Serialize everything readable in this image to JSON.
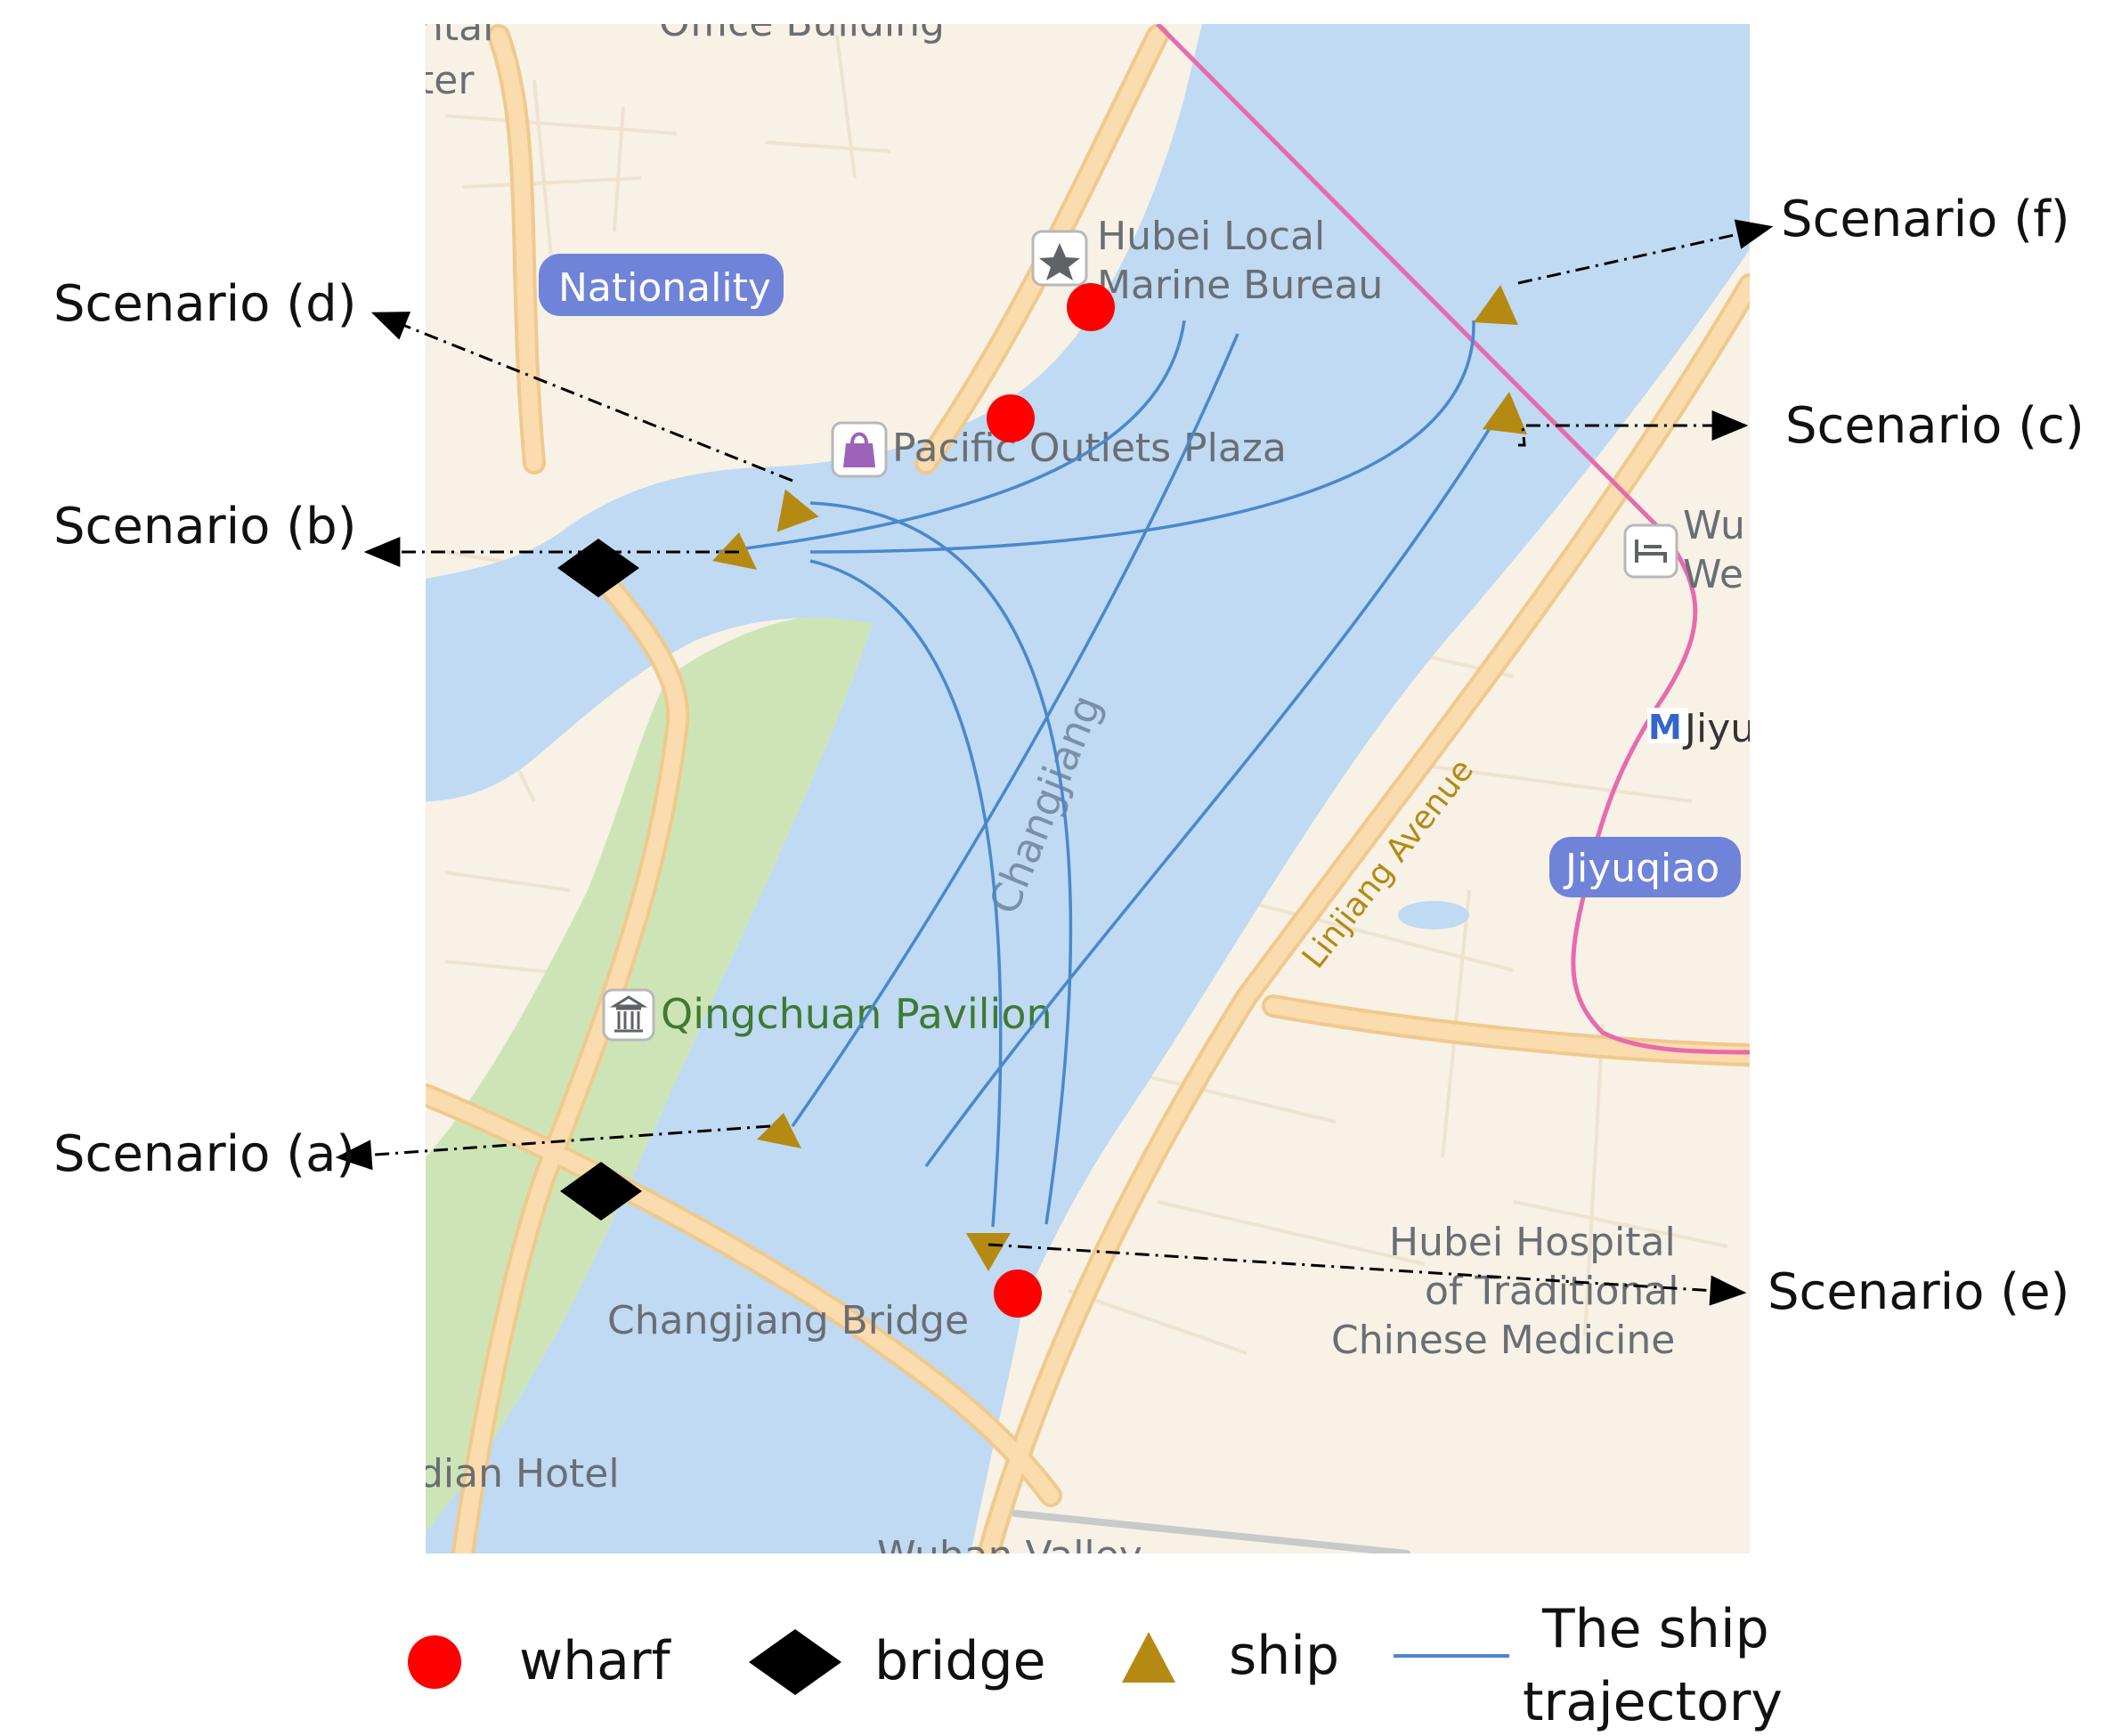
{
  "colors": {
    "land": "#f7f1e6",
    "water": "#bfdaf2",
    "park": "#cde5b6",
    "road": "#fbdcae",
    "road_edge": "#f0c98c",
    "metro": "#e86aae",
    "trajectory": "#4a88cc",
    "wharf": "#ff0000",
    "bridge": "#000000",
    "ship": "#b58a12",
    "badge": "#6f83d8"
  },
  "map": {
    "places": {
      "nationality": "Nationality",
      "jiyuqiao": "Jiyuqiao",
      "hubei_local_line1": "Hubei Local",
      "hubei_local_line2": "Marine Bureau",
      "pacific_outlets": "Pacific Outlets Plaza",
      "qingchuan": "Qingchuan Pavilion",
      "changjiang_bridge": "Changjiang Bridge",
      "changjiang": "Changjiang",
      "linjiang_avenue": "Linjiang Avenue",
      "hospital_line1": "Hubei Hospital",
      "hospital_line2": "of Traditional",
      "hospital_line3": "Chinese Medicine",
      "hotel_partial": "dian Hotel",
      "office_partial": "Office Building",
      "top_left_line1": "ntal",
      "top_left_line2": "ter",
      "right_partial1": "Wu",
      "right_partial2": "We",
      "metro_partial": "Jiyu",
      "bottom_partial": "Wuhan Valley"
    },
    "icons": [
      "star-icon",
      "shopping-bag-icon",
      "museum-icon",
      "hotel-bed-icon",
      "metro-icon"
    ]
  },
  "scenarios": {
    "a": "Scenario (a)",
    "b": "Scenario (b)",
    "c": "Scenario (c)",
    "d": "Scenario (d)",
    "e": "Scenario (e)",
    "f": "Scenario (f)"
  },
  "legend": {
    "wharf": "wharf",
    "bridge": "bridge",
    "ship": "ship",
    "trajectory_line1": "The ship",
    "trajectory_line2": "trajectory"
  }
}
